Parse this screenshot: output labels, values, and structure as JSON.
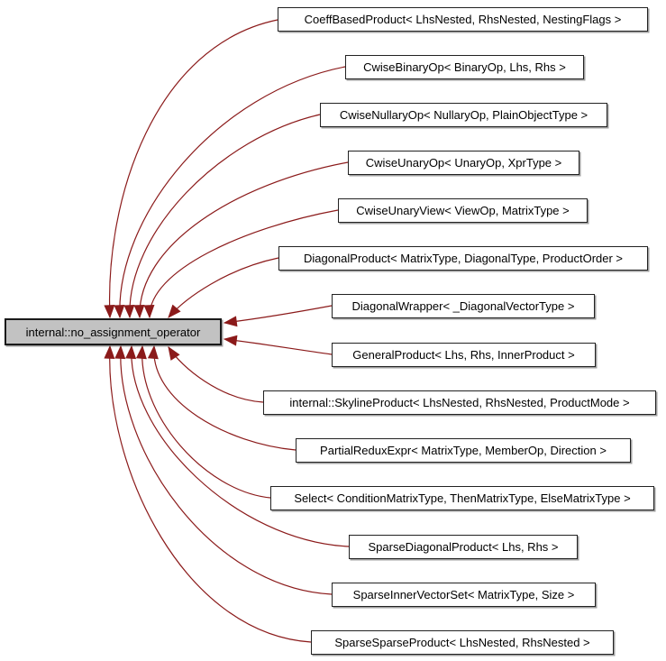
{
  "diagram": {
    "type": "inheritance-graph",
    "base": {
      "label": "internal::no_assignment_operator"
    },
    "derived": [
      {
        "label": "CoeffBasedProduct< LhsNested, RhsNested, NestingFlags >"
      },
      {
        "label": "CwiseBinaryOp< BinaryOp, Lhs, Rhs >"
      },
      {
        "label": "CwiseNullaryOp< NullaryOp, PlainObjectType >"
      },
      {
        "label": "CwiseUnaryOp< UnaryOp, XprType >"
      },
      {
        "label": "CwiseUnaryView< ViewOp, MatrixType >"
      },
      {
        "label": "DiagonalProduct< MatrixType, DiagonalType, ProductOrder >"
      },
      {
        "label": "DiagonalWrapper< _DiagonalVectorType >"
      },
      {
        "label": "GeneralProduct< Lhs, Rhs, InnerProduct >"
      },
      {
        "label": "internal::SkylineProduct< LhsNested, RhsNested, ProductMode >"
      },
      {
        "label": "PartialReduxExpr< MatrixType, MemberOp, Direction >"
      },
      {
        "label": "Select< ConditionMatrixType, ThenMatrixType, ElseMatrixType >"
      },
      {
        "label": "SparseDiagonalProduct< Lhs, Rhs >"
      },
      {
        "label": "SparseInnerVectorSet< MatrixType, Size >"
      },
      {
        "label": "SparseSparseProduct< LhsNested, RhsNested >"
      }
    ],
    "colors": {
      "edge": "#8b1a1a",
      "base_fill": "#c2c2c2",
      "node_fill": "#ffffff",
      "node_border": "#222222",
      "background": "#ffffff"
    }
  }
}
